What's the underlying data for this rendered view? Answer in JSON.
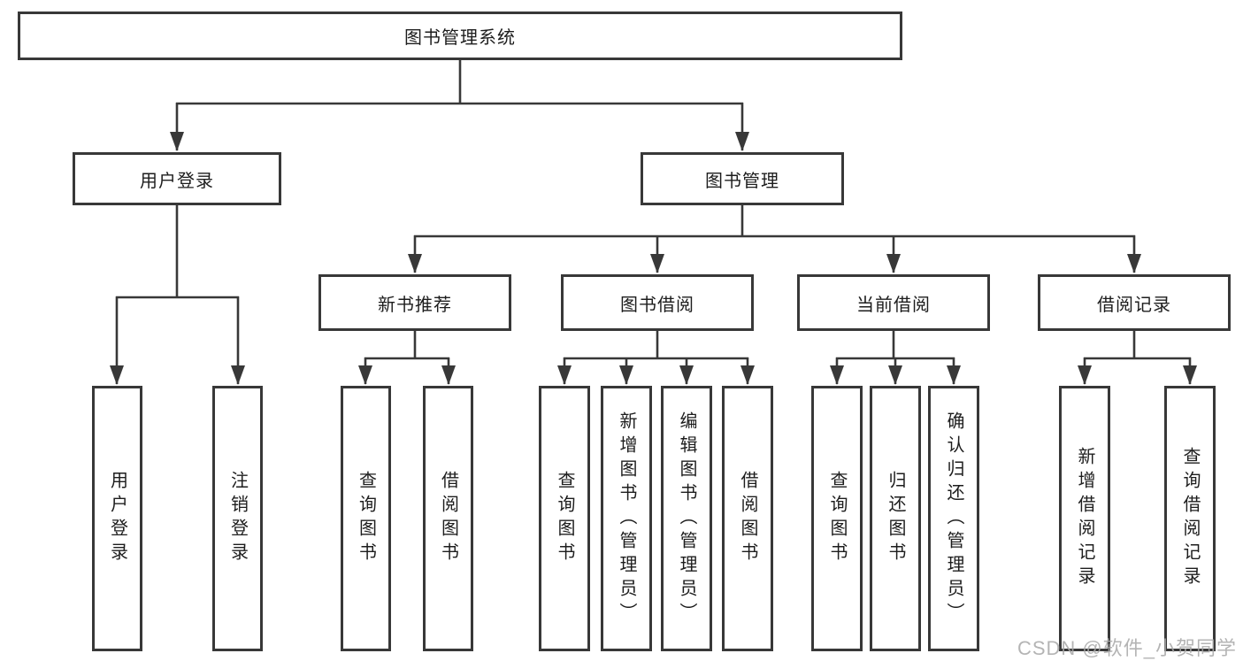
{
  "tree": {
    "root": {
      "label": "图书管理系统"
    },
    "branches": [
      {
        "label": "用户登录",
        "children": [
          {
            "label": "用户登录"
          },
          {
            "label": "注销登录"
          }
        ]
      },
      {
        "label": "图书管理",
        "children": [
          {
            "label": "新书推荐",
            "children": [
              {
                "label": "查询图书"
              },
              {
                "label": "借阅图书"
              }
            ]
          },
          {
            "label": "图书借阅",
            "children": [
              {
                "label": "查询图书"
              },
              {
                "label": "新增图书（管理员）"
              },
              {
                "label": "编辑图书（管理员）"
              },
              {
                "label": "借阅图书"
              }
            ]
          },
          {
            "label": "当前借阅",
            "children": [
              {
                "label": "查询图书"
              },
              {
                "label": "归还图书"
              },
              {
                "label": "确认归还（管理员）"
              }
            ]
          },
          {
            "label": "借阅记录",
            "children": [
              {
                "label": "新增借阅记录"
              },
              {
                "label": "查询借阅记录"
              }
            ]
          }
        ]
      }
    ]
  },
  "watermark": {
    "text": "CSDN @软件_小贺同学"
  },
  "colors": {
    "line": "#383838",
    "box_fill": "#ffffff",
    "text": "#1d1d1d",
    "watermark": "#a8a8a8",
    "background": "#ffffff"
  }
}
